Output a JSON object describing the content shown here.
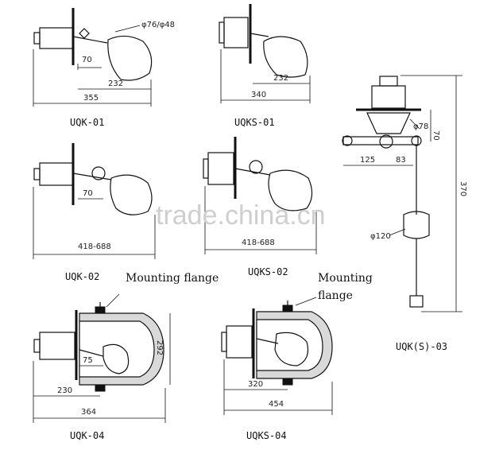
{
  "watermark": "trade.china.cn",
  "models": {
    "uqk01": {
      "label": "UQK-01",
      "float_dia": "φ76/φ48",
      "d1": "70",
      "d2": "232",
      "d3": "355"
    },
    "uqks01": {
      "label": "UQKS-01",
      "d1": "232",
      "d2": "340"
    },
    "uqk02": {
      "label": "UQK-02",
      "d1": "70",
      "d2": "418-688"
    },
    "uqks02": {
      "label": "UQKS-02",
      "d1": "418-688"
    },
    "uqk03": {
      "label": "UQK(S)-03",
      "top_dia": "φ78",
      "d1": "125",
      "d2": "83",
      "d3": "70",
      "d4": "370",
      "float_dia": "φ120"
    },
    "uqk04": {
      "label": "UQK-04",
      "flange": "Mounting flange",
      "d1": "75",
      "d2": "230",
      "d3": "364",
      "d4": "292"
    },
    "uqks04": {
      "label": "UQKS-04",
      "flange_line1": "Mounting",
      "flange_line2": "flange",
      "d1": "320",
      "d2": "454"
    }
  }
}
